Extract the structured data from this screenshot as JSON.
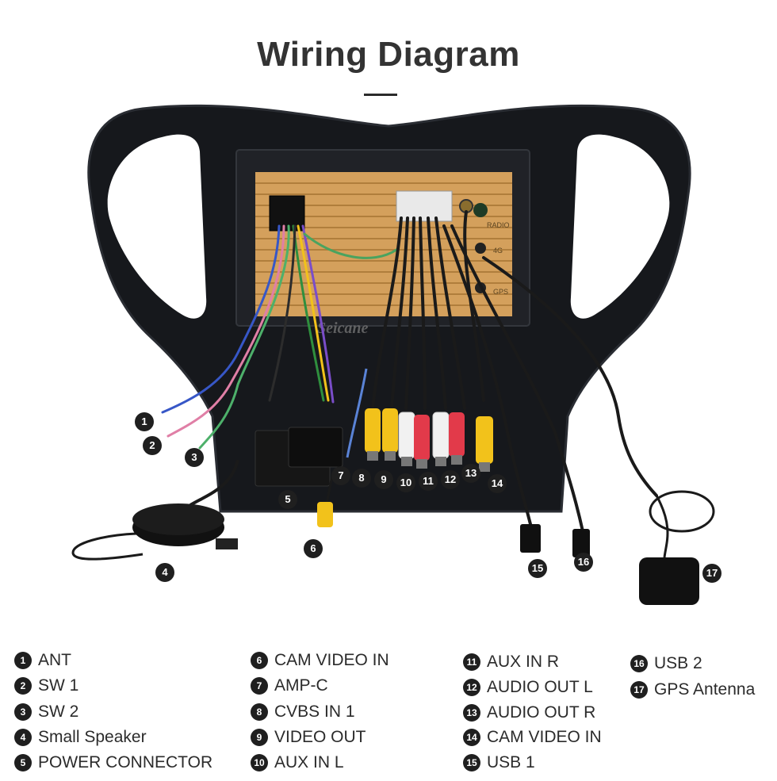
{
  "title": "Wiring Diagram",
  "watermark": "Seicane",
  "panel_labels": [
    "RADIO",
    "4G",
    "GPS"
  ],
  "colors": {
    "badge": "#1f1f1f",
    "frame": "#16181c",
    "board": "#d4a05c",
    "rca_yellow": "#f2c21b",
    "rca_red": "#e23a4a",
    "rca_white": "#f1f1f1"
  },
  "legend": [
    {
      "num": "1",
      "text": "ANT"
    },
    {
      "num": "2",
      "text": "SW 1"
    },
    {
      "num": "3",
      "text": "SW 2"
    },
    {
      "num": "4",
      "text": "Small Speaker"
    },
    {
      "num": "5",
      "text": "POWER CONNECTOR"
    },
    {
      "num": "6",
      "text": "CAM VIDEO IN"
    },
    {
      "num": "7",
      "text": "AMP-C"
    },
    {
      "num": "8",
      "text": "CVBS IN 1"
    },
    {
      "num": "9",
      "text": "VIDEO OUT"
    },
    {
      "num": "10",
      "text": "AUX IN L"
    },
    {
      "num": "11",
      "text": "AUX IN R"
    },
    {
      "num": "12",
      "text": "AUDIO OUT L"
    },
    {
      "num": "13",
      "text": "AUDIO OUT R"
    },
    {
      "num": "14",
      "text": "CAM VIDEO IN"
    },
    {
      "num": "15",
      "text": "USB 1"
    },
    {
      "num": "16",
      "text": "USB 2"
    },
    {
      "num": "17",
      "text": "GPS Antenna"
    }
  ]
}
